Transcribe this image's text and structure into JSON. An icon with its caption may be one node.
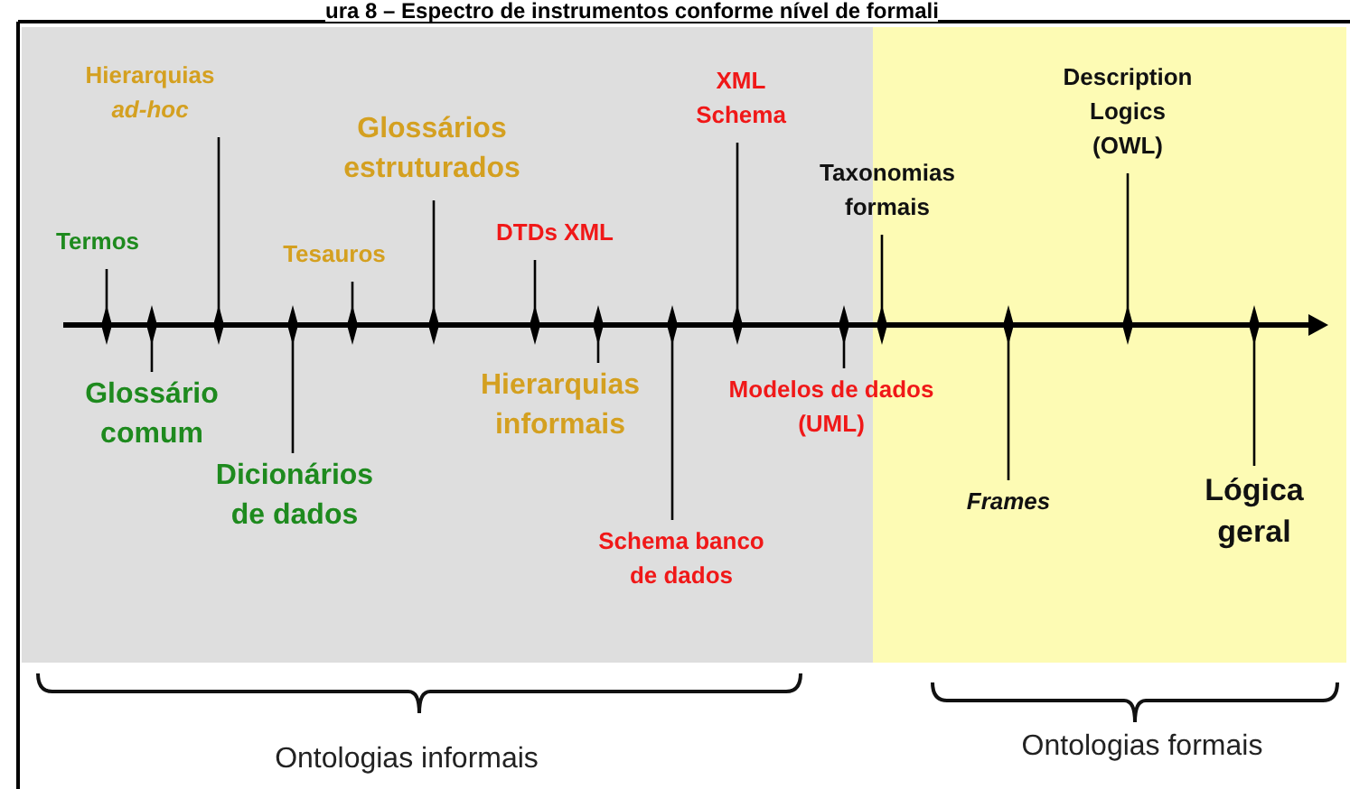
{
  "diagram": {
    "title": "ura 8 – Espectro de instrumentos conforme nível de formali",
    "nodes": [
      {
        "text": [
          "Termos"
        ]
      },
      {
        "text": [
          "Glossário comum"
        ]
      },
      {
        "text": [
          "Hierarquias *ad-hoc*"
        ]
      },
      {
        "text": [
          "Dicionários de dados"
        ]
      },
      {
        "text": [
          "Tesauros"
        ]
      },
      {
        "text": [
          "Glossários estruturados"
        ]
      },
      {
        "text": [
          "DTDs XML"
        ]
      },
      {
        "text": [
          "Hierarquias informais"
        ]
      },
      {
        "text": [
          "XML Schema"
        ]
      },
      {
        "text": [
          "Schema banco de dados"
        ]
      },
      {
        "text": [
          "Taxonomias formais"
        ]
      },
      {
        "text": [
          "Modelos de dados (UML)"
        ]
      },
      {
        "text": [
          "Frames"
        ]
      },
      {
        "text": [
          "Description Logics (OWL)"
        ]
      },
      {
        "text": [
          "Lógica geral"
        ]
      },
      {
        "text": [],
        "shape": "bar"
      }
    ],
    "edges": [
      {
        "from": 0,
        "to": 15,
        "arrow": "other"
      },
      {
        "from": 1,
        "to": 15,
        "arrow": "other"
      },
      {
        "from": 2,
        "to": 15,
        "arrow": "other"
      },
      {
        "from": 3,
        "to": 15,
        "arrow": "other"
      },
      {
        "from": 4,
        "to": 15,
        "arrow": "other"
      },
      {
        "from": 5,
        "to": 15,
        "arrow": "other"
      },
      {
        "from": 6,
        "to": 15,
        "arrow": "other"
      },
      {
        "from": 7,
        "to": 15,
        "arrow": "other"
      },
      {
        "from": 8,
        "to": 15,
        "arrow": "other"
      },
      {
        "from": 9,
        "to": 15,
        "arrow": "other"
      },
      {
        "from": 10,
        "to": 15,
        "arrow": "other"
      },
      {
        "from": 11,
        "to": 15,
        "arrow": "other"
      },
      {
        "from": 12,
        "to": 15,
        "arrow": "other"
      },
      {
        "from": 13,
        "to": 15,
        "arrow": "other"
      },
      {
        "from": 14,
        "to": 15,
        "arrow": "other"
      }
    ],
    "labels": [
      "Ontologias informais",
      "Ontologias formais"
    ]
  }
}
